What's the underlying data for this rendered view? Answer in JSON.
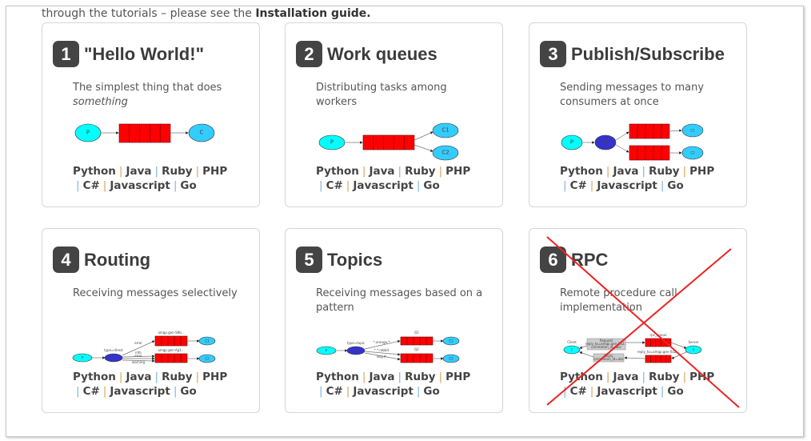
{
  "intro": {
    "text": "through the tutorials – please see the ",
    "link": "Installation guide."
  },
  "languages": [
    "Python",
    "Java",
    "Ruby",
    "PHP",
    "C#",
    "Javascript",
    "Go"
  ],
  "separator": "|",
  "colors": {
    "queue": "#ff0000",
    "producer": "#00ffff",
    "consumer": "#33ccff",
    "exchange": "#3333cc",
    "badge": "#444444",
    "sep_orange": "#e0a050",
    "sep_blue": "#7fb0e0",
    "cross": "#ee2222"
  },
  "cards": [
    {
      "num": "1",
      "title": "\"Hello World!\"",
      "desc": "The simplest thing that does ",
      "desc_em": "something",
      "nodes": {
        "p": "P",
        "c": "C"
      }
    },
    {
      "num": "2",
      "title": "Work queues",
      "desc": "Distributing tasks among workers",
      "nodes": {
        "p": "P",
        "c1": "C1",
        "c2": "C2"
      }
    },
    {
      "num": "3",
      "title": "Publish/Subscribe",
      "desc": "Sending messages to many consumers at once",
      "nodes": {
        "p": "P",
        "x": "X",
        "c1": "C1",
        "c2": "C2"
      }
    },
    {
      "num": "4",
      "title": "Routing",
      "desc": "Receiving messages selectively",
      "nodes": {
        "p": "P",
        "x": "X",
        "c1": "C1",
        "c2": "C2",
        "type": "type=direct",
        "q1": "amqp.gen-S9b...",
        "q2": "amqp.gen-Ag1...",
        "k1": "error",
        "k2": "info",
        "k3": "error",
        "k4": "warning"
      }
    },
    {
      "num": "5",
      "title": "Topics",
      "desc": "Receiving messages based on a pattern",
      "nodes": {
        "p": "P",
        "x": "X",
        "c1": "C1",
        "c2": "C2",
        "type": "type=topic",
        "q1": "Q1",
        "q2": "Q2",
        "k1": "*.orange.*",
        "k2": "*.*.rabbit",
        "k3": "lazy.#"
      }
    },
    {
      "num": "6",
      "title": "RPC",
      "desc": "Remote procedure call implementation",
      "crossed": true,
      "nodes": {
        "client": "Client",
        "server": "Server",
        "c": "C",
        "s": "S",
        "req": "Request",
        "req2": "reply_to=amqp.gen-Xa2...",
        "req3": "correlation_id=abc",
        "rep": "Reply",
        "rep2": "correlation_id=abc",
        "q1": "rpc_queue",
        "q2": "reply_to=amqp.gen-Xa2..."
      }
    }
  ]
}
